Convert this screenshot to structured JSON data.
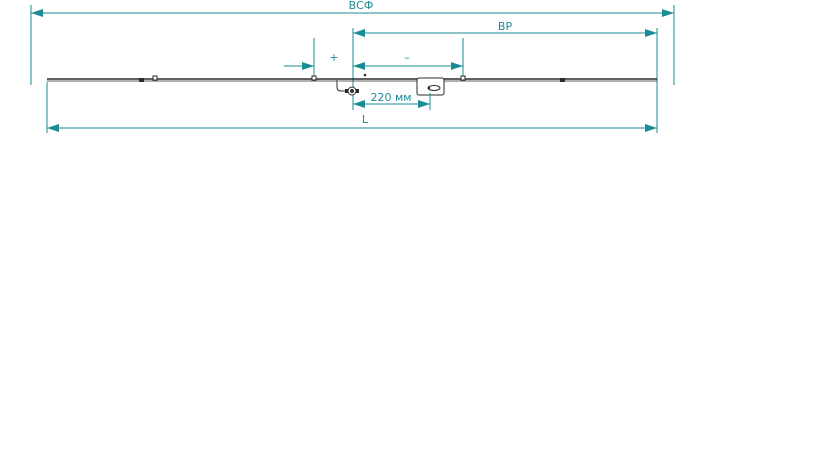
{
  "labels": {
    "bsf": "ВСФ",
    "br": "ВР",
    "plus": "+",
    "minus": "–",
    "offset": "220 мм",
    "length": "L"
  },
  "colors": {
    "dimension": "#1a8c96",
    "drawing": "#2b2b2b"
  }
}
